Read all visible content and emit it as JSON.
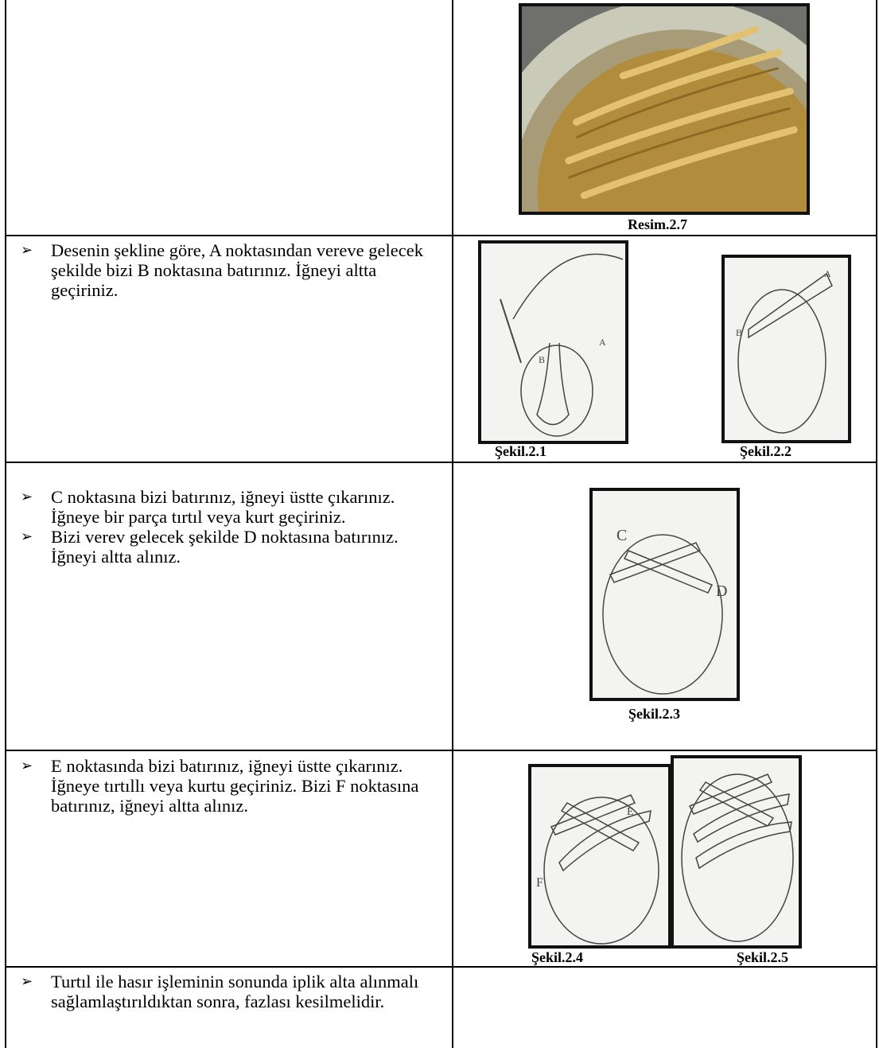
{
  "rows": [
    {
      "bullets": [],
      "captions": [
        "Resim.2.7"
      ]
    },
    {
      "bullets": [
        "Desenin şekline göre, A noktasından vereve gelecek şekilde bizi B noktasına batırınız. İğneyi altta geçiriniz."
      ],
      "captions": [
        "Şekil.2.1",
        "Şekil.2.2"
      ],
      "labels": {
        "fig1": [
          "B",
          "A"
        ],
        "fig2": [
          "B",
          "A"
        ]
      }
    },
    {
      "bullets": [
        "C noktasına bizi batırınız, iğneyi üstte çıkarınız. İğneye bir parça tırtıl veya kurt geçiriniz.",
        "Bizi verev gelecek şekilde D noktasına batırınız. İğneyi altta alınız."
      ],
      "captions": [
        "Şekil.2.3"
      ],
      "labels": {
        "fig3": [
          "C",
          "D"
        ]
      }
    },
    {
      "bullets": [
        "E noktasında bizi batırınız, iğneyi üstte çıkarınız. İğneye tırtıllı veya kurtu geçiriniz. Bizi F noktasına batırınız, iğneyi altta alınız."
      ],
      "captions": [
        "Şekil.2.4",
        "Şekil.2.5"
      ],
      "labels": {
        "fig4": [
          "E",
          "F"
        ]
      }
    },
    {
      "bullets": [
        "Turtıl ile hasır işleminin sonunda iplik alta alınmalı sağlamlaştırıldıktan sonra, fazlası kesilmelidir."
      ],
      "captions": []
    }
  ],
  "bullet_symbol": "➢"
}
